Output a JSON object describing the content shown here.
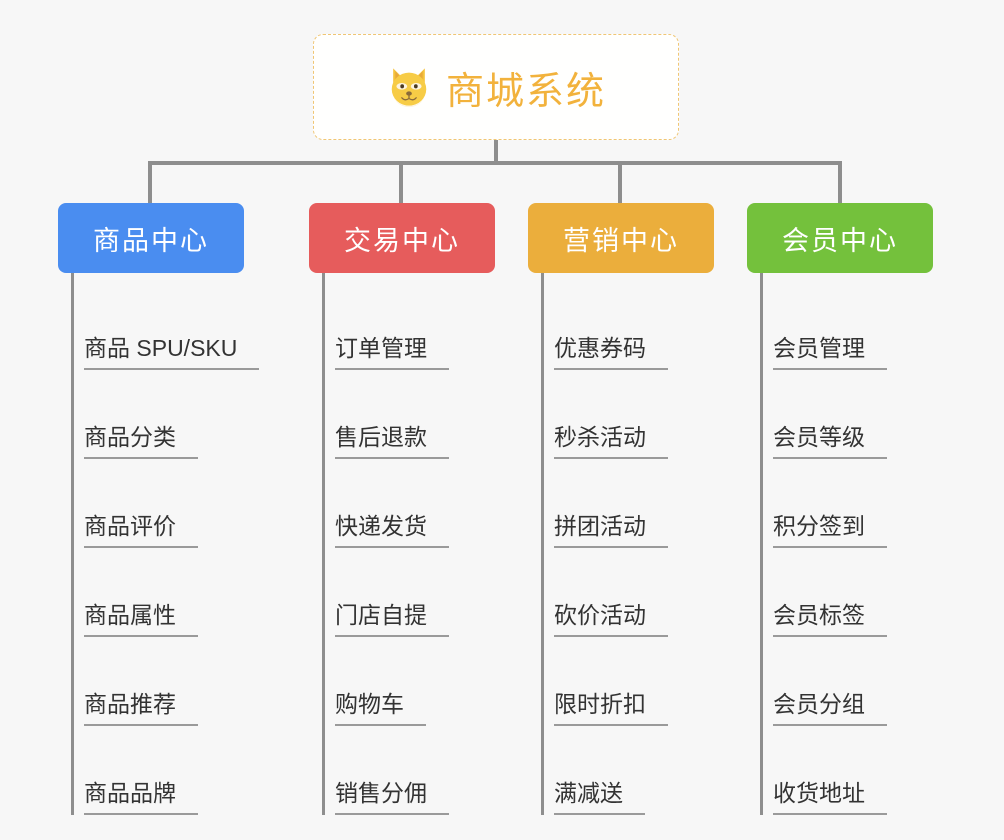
{
  "diagram": {
    "title": "商城系统",
    "root": {
      "label": "商城系统",
      "icon": "dog-face-icon",
      "text_color": "#f2b23c",
      "border_color": "#f0c674",
      "background": "#ffffff"
    },
    "background_color": "#f7f7f7",
    "connector_color": "#8e8e8e",
    "branches": [
      {
        "label": "商品中心",
        "color": "#4a8df0",
        "leaves": [
          "商品 SPU/SKU",
          "商品分类",
          "商品评价",
          "商品属性",
          "商品推荐",
          "商品品牌"
        ]
      },
      {
        "label": "交易中心",
        "color": "#e65c5c",
        "leaves": [
          "订单管理",
          "售后退款",
          "快递发货",
          "门店自提",
          "购物车",
          "销售分佣"
        ]
      },
      {
        "label": "营销中心",
        "color": "#ebae3c",
        "leaves": [
          "优惠券码",
          "秒杀活动",
          "拼团活动",
          "砍价活动",
          "限时折扣",
          "满减送"
        ]
      },
      {
        "label": "会员中心",
        "color": "#74c13c",
        "leaves": [
          "会员管理",
          "会员等级",
          "积分签到",
          "会员标签",
          "会员分组",
          "收货地址"
        ]
      }
    ]
  }
}
